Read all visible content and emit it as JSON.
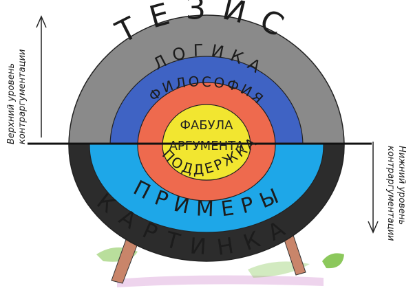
{
  "target": {
    "rings": [
      {
        "label": "ТЕЗИС",
        "color": "#8a8a8a"
      },
      {
        "label": "ЛОГИКА",
        "color": "#3f63c4"
      },
      {
        "label": "ФИЛОСОФИЯ",
        "color": "#ee6a4e"
      },
      {
        "label": "ФАБУЛА",
        "color": "#f2e630"
      },
      {
        "label": "АРГУМЕНТА",
        "color": "#f2e630"
      },
      {
        "label": "ПОДДЕРЖКА",
        "color": "#ee6a4e"
      },
      {
        "label": "ПРИМЕРЫ",
        "color": "#1ea7e8"
      },
      {
        "label": "КАРТИНКА",
        "color": "#2c2c2c"
      }
    ]
  },
  "axes": {
    "upper_label_line1": "Верхний уровень",
    "upper_label_line2": "контраргументации",
    "lower_label_line1": "Нижний уровень",
    "lower_label_line2": "контраргументации"
  },
  "colors": {
    "stand": "#c9856a",
    "grass": "#7fc24a",
    "ground": "#d9a0d6"
  }
}
